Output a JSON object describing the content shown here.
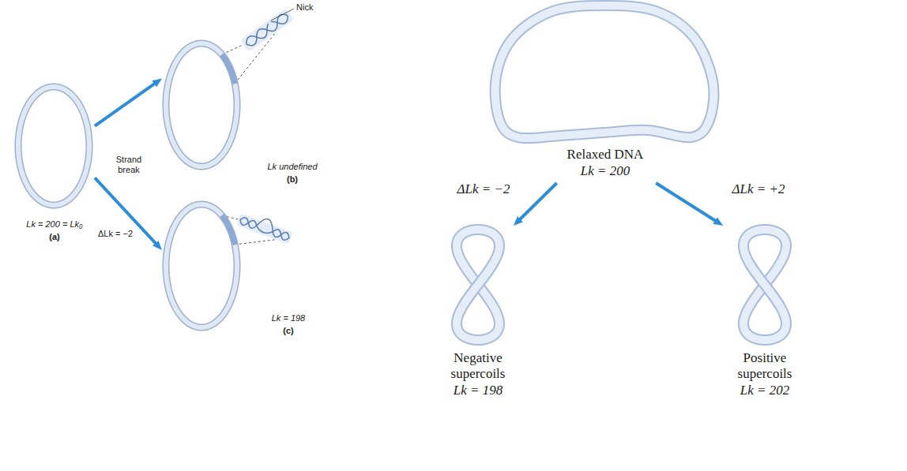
{
  "diagram": {
    "nodes": [
      {
        "text": [
          "Lk = 200 = Lk₀",
          "(a)"
        ]
      },
      {
        "text": [
          "Lk undefined",
          "(b)"
        ]
      },
      {
        "text": [
          "Lk = 198",
          "(c)"
        ]
      },
      {
        "text": [
          "Relaxed DNA",
          "Lk = 200"
        ]
      },
      {
        "text": [
          "Negative supercoils",
          "Lk = 198"
        ]
      },
      {
        "text": [
          "Positive supercoils",
          "Lk = 202"
        ]
      }
    ],
    "edges": [
      {
        "from": 0,
        "to": 1,
        "arrow": "to",
        "label": "Strand break"
      },
      {
        "from": 0,
        "to": 2,
        "arrow": "to",
        "label": "ΔLk = −2"
      },
      {
        "from": 3,
        "to": 4,
        "arrow": "to",
        "label": "ΔLk = −2"
      },
      {
        "from": 3,
        "to": 5,
        "arrow": "to",
        "label": "ΔLk = +2"
      }
    ],
    "labels": [
      "Nick"
    ]
  }
}
